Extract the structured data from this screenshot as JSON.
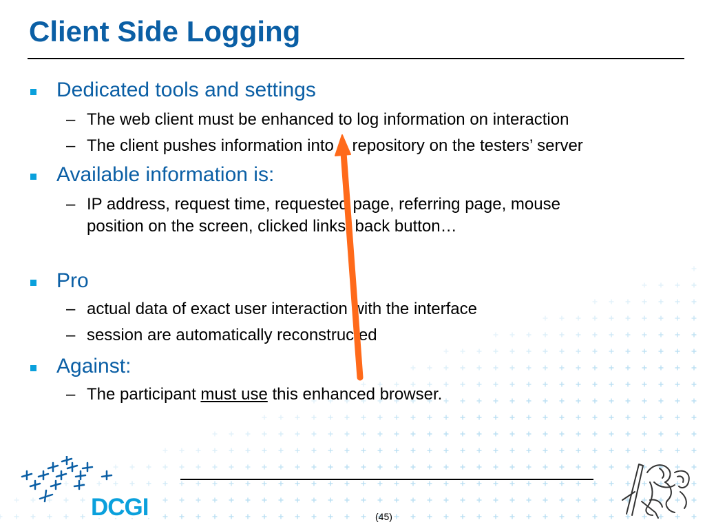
{
  "title": "Client Side Logging",
  "bullets": [
    {
      "text": "Dedicated tools and settings",
      "sub": [
        "The web client must be enhanced to log information on interaction",
        "The client pushes information into a repository on the testers’ server"
      ]
    },
    {
      "text": "Available information is:",
      "sub": [
        "IP address, request time, requested page, referring page, mouse",
        "position on the screen, clicked links, back button…"
      ]
    },
    {
      "text": "Pro",
      "sub": [
        "actual data of exact user interaction with the interface",
        "session are automatically reconstructed"
      ]
    },
    {
      "text": "Against:",
      "sub_parts": [
        "The participant ",
        "must use",
        " this enhanced browser."
      ]
    }
  ],
  "dash": "–",
  "footer": {
    "page_number": "(45)",
    "logo_text": "DCGI"
  },
  "colors": {
    "title": "#0b5fa5",
    "bullet": "#0aa0dc",
    "arrow": "#ff6a1a",
    "pattern": "#b9dff3"
  },
  "icons": {
    "logo": "dcgi-logo",
    "emblem": "czech-lion-emblem",
    "annotation": "arrow-up-annotation"
  }
}
